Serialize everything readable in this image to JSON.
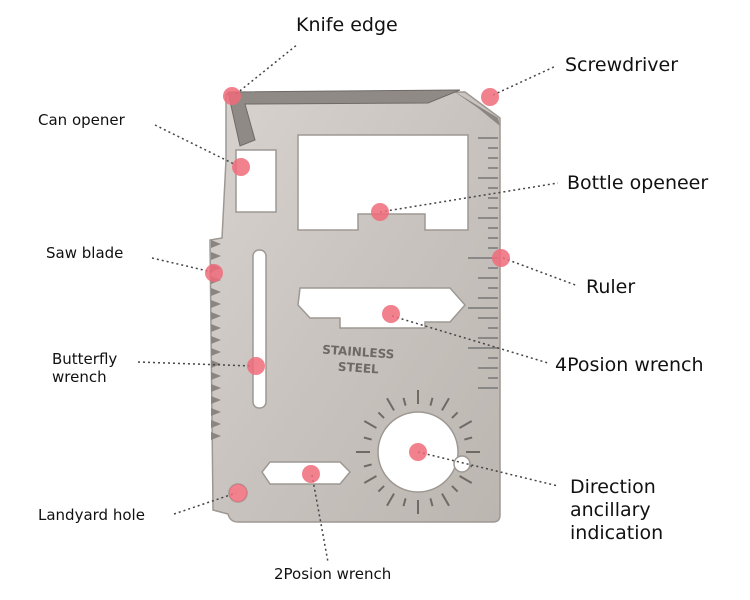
{
  "card": {
    "engraving_line1": "STAINLESS",
    "engraving_line2": "STEEL",
    "metal_color": "#cdc7c3",
    "metal_edge": "#9e9893",
    "marker_color": "#f06b7a"
  },
  "callouts": {
    "knife_edge": "Knife edge",
    "screwdriver": "Screwdriver",
    "can_opener": "Can opener",
    "bottle_opener": "Bottle openeer",
    "saw_blade": "Saw blade",
    "ruler": "Ruler",
    "butterfly_wrench_1": "Butterfly",
    "butterfly_wrench_2": "wrench",
    "four_pos_wrench": "4Posion wrench",
    "landyard_hole": "Landyard hole",
    "direction_1": "Direction",
    "direction_2": "ancillary",
    "direction_3": "indication",
    "two_pos_wrench": "2Posion wrench"
  }
}
